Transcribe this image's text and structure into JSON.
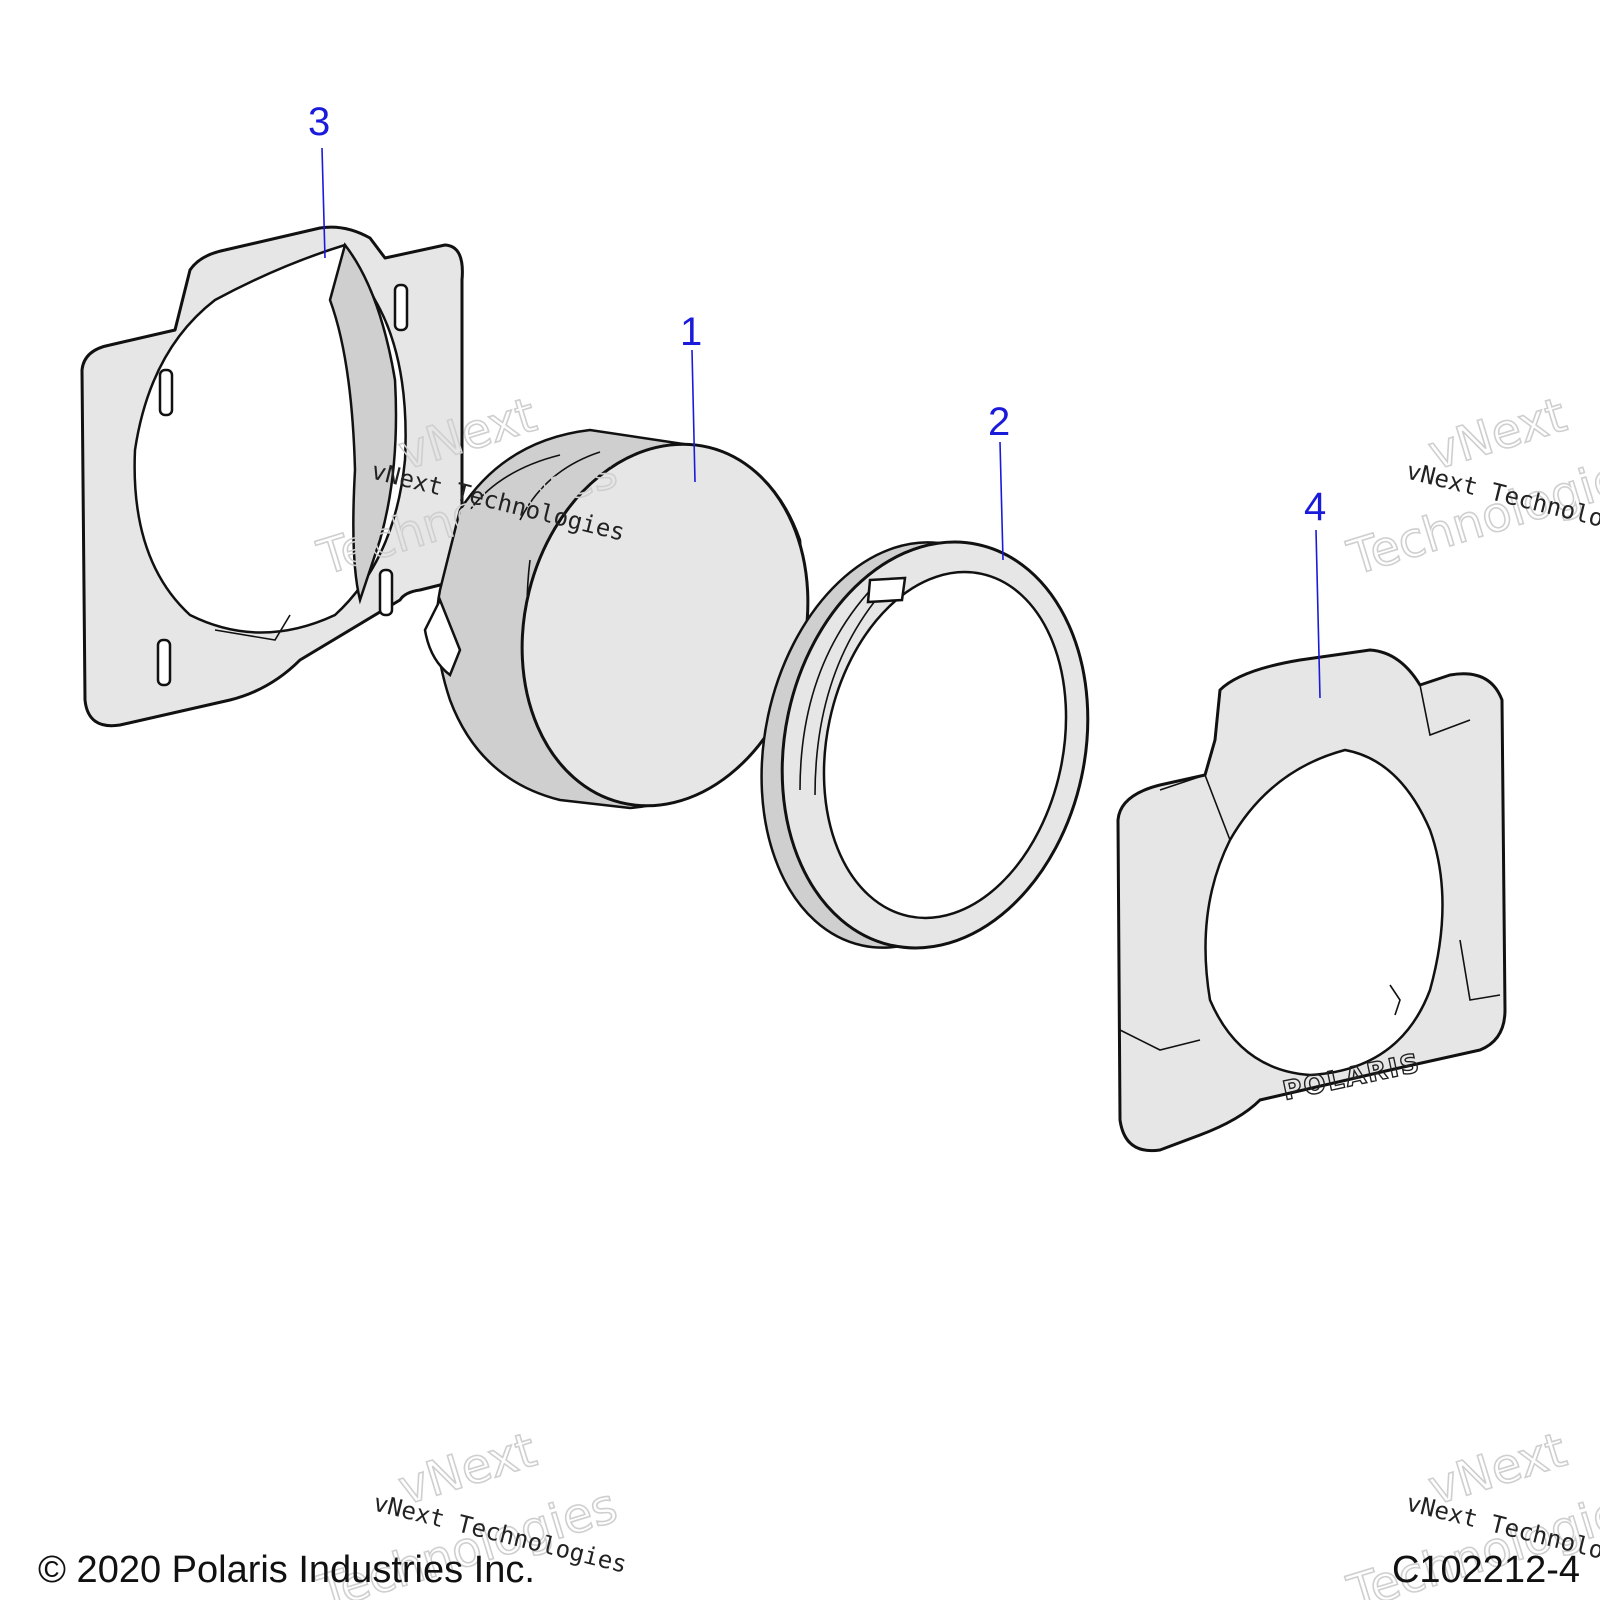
{
  "callouts": [
    {
      "id": "1",
      "label": "1"
    },
    {
      "id": "2",
      "label": "2"
    },
    {
      "id": "3",
      "label": "3"
    },
    {
      "id": "4",
      "label": "4"
    }
  ],
  "parts": {
    "part_1": "piston-lens",
    "part_2": "retaining-ring",
    "part_3": "rear-bracket",
    "part_4": "bezel-frame"
  },
  "bezel_logo": "POLARIS",
  "watermark": {
    "line": "vNext Technologies",
    "outline_top": "vNext",
    "outline_bottom": "Technologies"
  },
  "footer": {
    "copyright": "© 2020 Polaris Industries Inc.",
    "part_code": "C102212-4"
  },
  "colors": {
    "callout": "#1a1adb",
    "line": "#111111",
    "fill": "#e6e6e6"
  }
}
